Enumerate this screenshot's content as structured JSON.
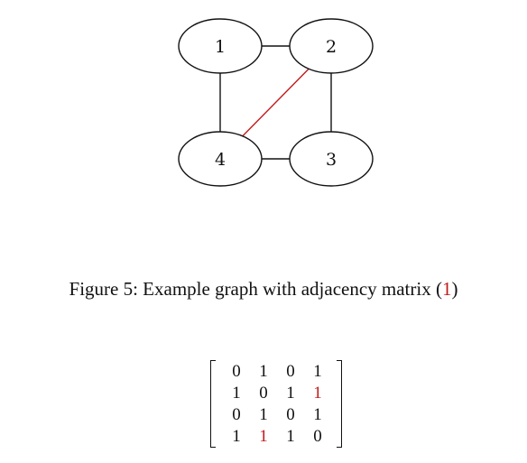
{
  "figure": {
    "caption": {
      "prefix": "Figure 5: Example graph with adjacency matrix (",
      "ref": "1",
      "suffix": ")"
    },
    "graph": {
      "nodes": [
        {
          "id": "1",
          "label": "1"
        },
        {
          "id": "2",
          "label": "2"
        },
        {
          "id": "3",
          "label": "3"
        },
        {
          "id": "4",
          "label": "4"
        }
      ],
      "edges": [
        {
          "from": "1",
          "to": "2",
          "highlighted": false
        },
        {
          "from": "1",
          "to": "4",
          "highlighted": false
        },
        {
          "from": "2",
          "to": "3",
          "highlighted": false
        },
        {
          "from": "3",
          "to": "4",
          "highlighted": false
        },
        {
          "from": "2",
          "to": "4",
          "highlighted": true
        }
      ]
    },
    "matrix": {
      "rows": [
        [
          {
            "v": "0",
            "hl": false
          },
          {
            "v": "1",
            "hl": false
          },
          {
            "v": "0",
            "hl": false
          },
          {
            "v": "1",
            "hl": false
          }
        ],
        [
          {
            "v": "1",
            "hl": false
          },
          {
            "v": "0",
            "hl": false
          },
          {
            "v": "1",
            "hl": false
          },
          {
            "v": "1",
            "hl": true
          }
        ],
        [
          {
            "v": "0",
            "hl": false
          },
          {
            "v": "1",
            "hl": false
          },
          {
            "v": "0",
            "hl": false
          },
          {
            "v": "1",
            "hl": false
          }
        ],
        [
          {
            "v": "1",
            "hl": false
          },
          {
            "v": "1",
            "hl": true
          },
          {
            "v": "1",
            "hl": false
          },
          {
            "v": "0",
            "hl": false
          }
        ]
      ]
    },
    "colors": {
      "ink": "#111111",
      "highlight": "#c21a1a"
    }
  }
}
